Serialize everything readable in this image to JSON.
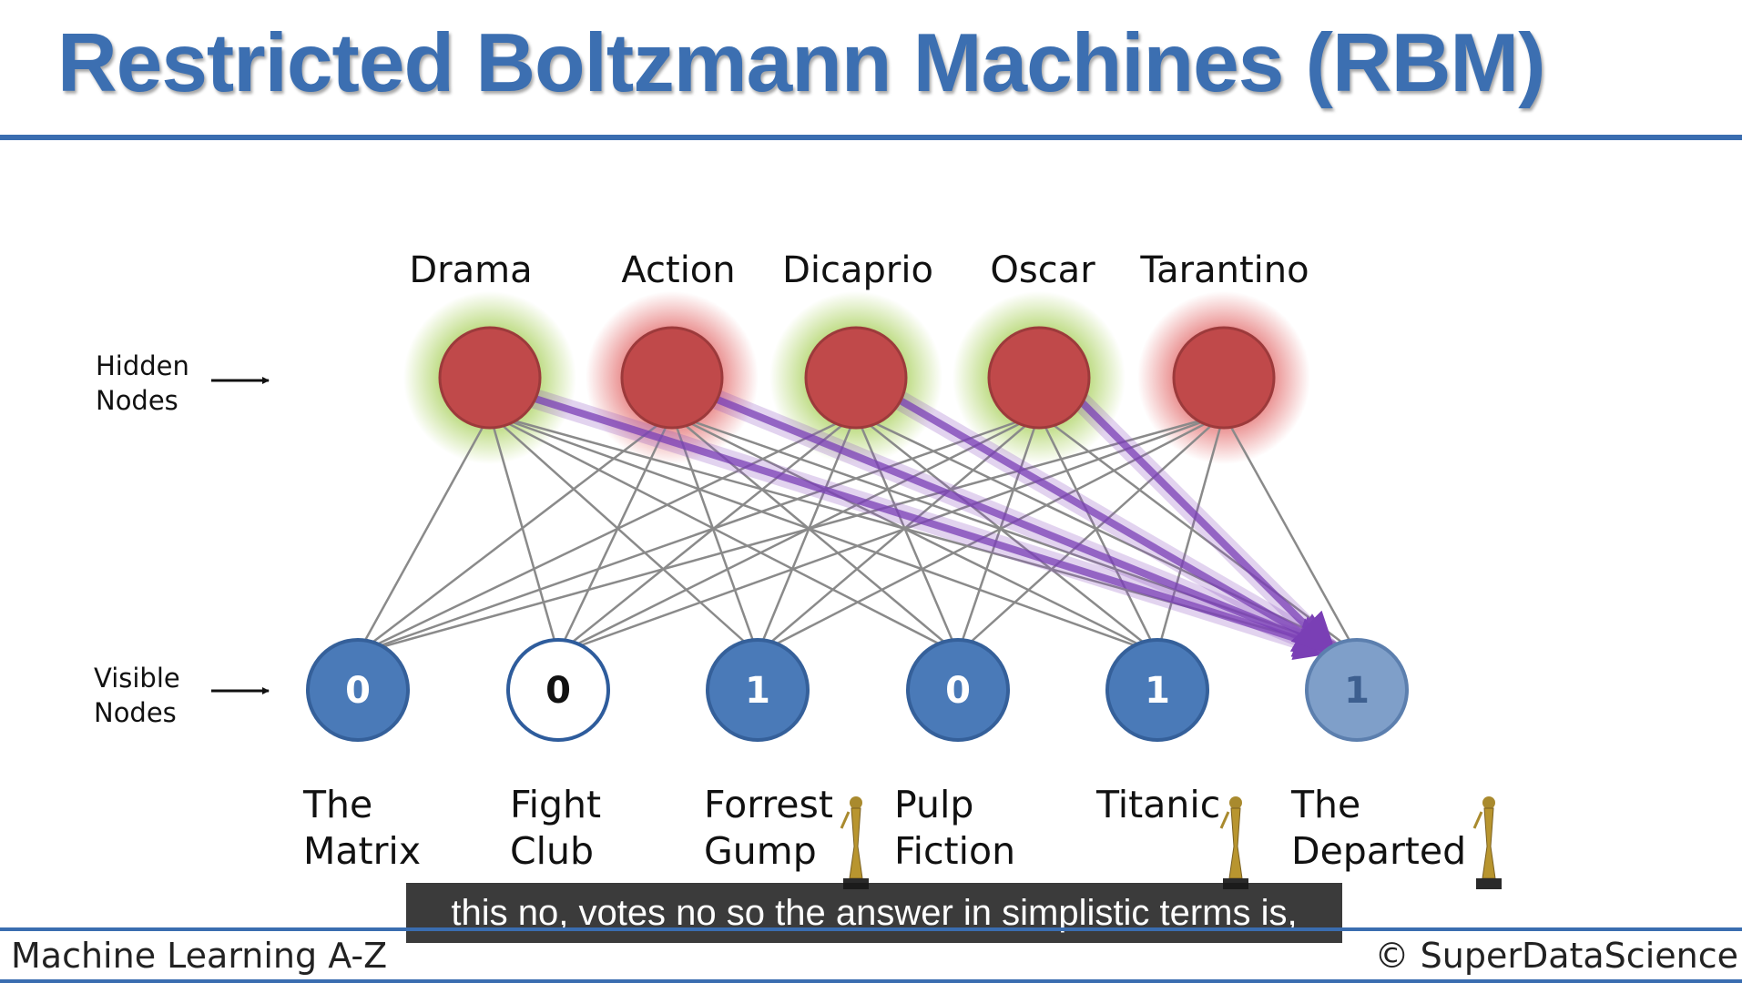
{
  "title": "Restricted Boltzmann Machines (RBM)",
  "hidden_label": [
    "Hidden",
    "Nodes"
  ],
  "visible_label": [
    "Visible",
    "Nodes"
  ],
  "hidden_nodes": [
    {
      "label": "Drama",
      "glow": "green"
    },
    {
      "label": "Action",
      "glow": "red"
    },
    {
      "label": "Dicaprio",
      "glow": "green"
    },
    {
      "label": "Oscar",
      "glow": "green"
    },
    {
      "label": "Tarantino",
      "glow": "red"
    }
  ],
  "visible_nodes": [
    {
      "value": "0",
      "movie": [
        "The",
        "Matrix"
      ],
      "style": "filled",
      "oscar": false
    },
    {
      "value": "0",
      "movie": [
        "Fight",
        "Club"
      ],
      "style": "hollow",
      "oscar": false
    },
    {
      "value": "1",
      "movie": [
        "Forrest",
        "Gump"
      ],
      "style": "filled",
      "oscar": true
    },
    {
      "value": "0",
      "movie": [
        "Pulp",
        "Fiction"
      ],
      "style": "filled",
      "oscar": false
    },
    {
      "value": "1",
      "movie": [
        "Titanic"
      ],
      "style": "filled",
      "oscar": true
    },
    {
      "value": "1",
      "movie": [
        "The",
        "Departed"
      ],
      "style": "faded",
      "oscar": true
    }
  ],
  "highlighted_connections": [
    "Drama",
    "Action",
    "Dicaprio",
    "Oscar"
  ],
  "caption": "this no, votes no so the answer in simplistic terms is,",
  "footer": {
    "left": "Machine Learning A-Z",
    "right": "© SuperDataScience"
  },
  "colors": {
    "title": "#3c6fb1",
    "hidden_node": "#c0494a",
    "visible_node": "#4a7ab8",
    "visible_faded": "#7f9fc9",
    "connection": "#8a8a8a",
    "highlight_arrow": "#8a4fc0",
    "glow_green": "#a8d05a",
    "glow_red": "#e05a5a"
  }
}
